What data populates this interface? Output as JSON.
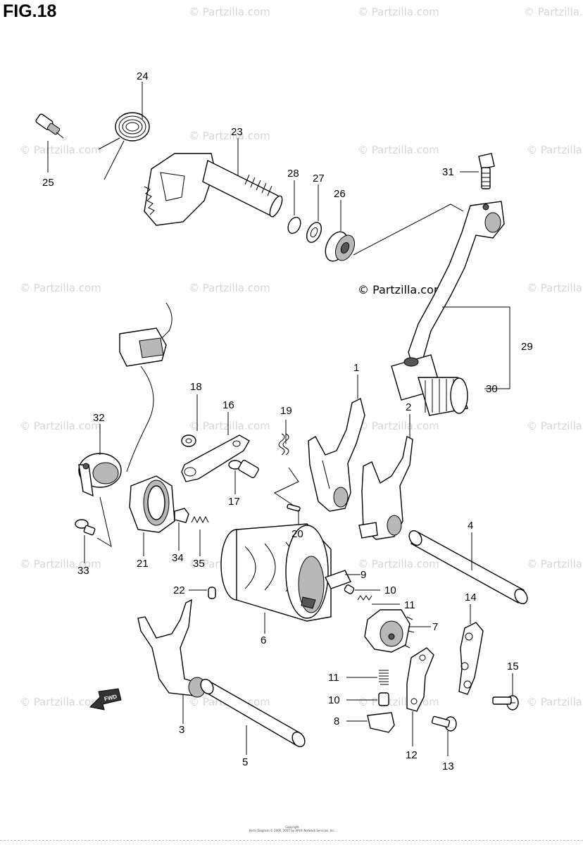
{
  "figure": {
    "title": "FIG.18",
    "watermark": "© Partzilla.com",
    "main_watermark": "© Partzilla.com",
    "copyright_line1": "Copyright",
    "copyright_line2": "Parts Diagram © 2006, 2007 by ARI® Network Services, Inc.",
    "direction_arrow": "FWD"
  },
  "colors": {
    "line": "#000000",
    "watermark": "#d6d6d6",
    "shade": "#b8b8b8"
  },
  "callouts": {
    "p1": "1",
    "p2": "2",
    "p3": "3",
    "p4": "4",
    "p5": "5",
    "p6": "6",
    "p7": "7",
    "p8": "8",
    "p9": "9",
    "p10a": "10",
    "p10b": "10",
    "p11a": "11",
    "p11b": "11",
    "p12": "12",
    "p13": "13",
    "p14": "14",
    "p15": "15",
    "p16": "16",
    "p17": "17",
    "p18": "18",
    "p19": "19",
    "p20": "20",
    "p21": "21",
    "p22": "22",
    "p23": "23",
    "p24": "24",
    "p25": "25",
    "p26": "26",
    "p27": "27",
    "p28": "28",
    "p29": "29",
    "p30": "30",
    "p31": "31",
    "p32": "32",
    "p33": "33",
    "p34": "34",
    "p35": "35"
  }
}
